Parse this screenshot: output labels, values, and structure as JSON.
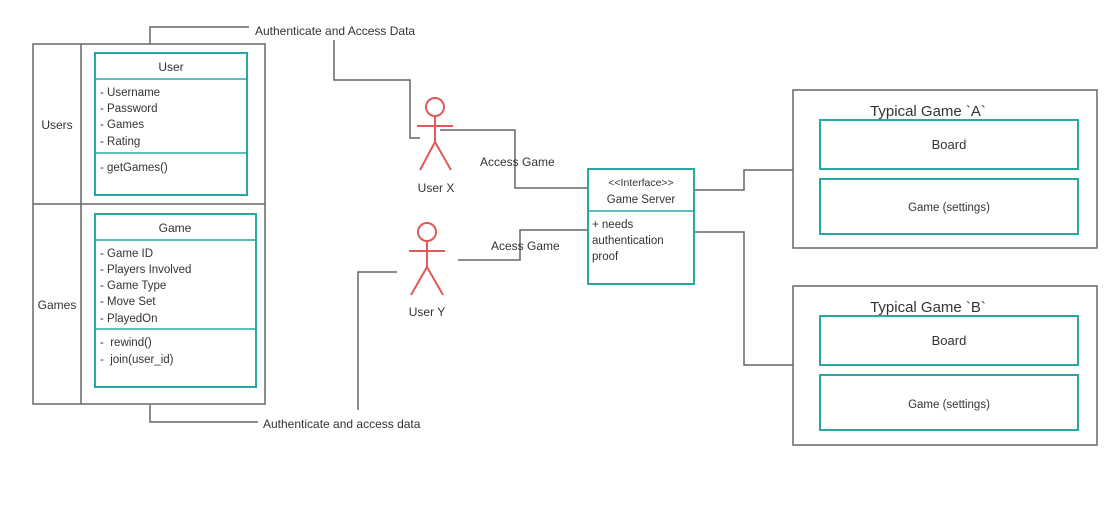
{
  "colors": {
    "class_border": "#2aa7a4",
    "actor": "#e05a5a",
    "line": "#666666",
    "frame": "#555555",
    "text": "#333333"
  },
  "swimlanes": {
    "users_label": "Users",
    "games_label": "Games"
  },
  "user_class": {
    "title": "User",
    "attributes": [
      "- Username",
      "- Password",
      "- Games",
      "- Rating"
    ],
    "methods": [
      "- getGames()"
    ]
  },
  "game_class": {
    "title": "Game",
    "attributes": [
      "- Game ID",
      "- Players Involved",
      "- Game Type",
      "- Move Set",
      "- PlayedOn"
    ],
    "methods": [
      "-  rewind()",
      "-  join(user_id)"
    ]
  },
  "connector_labels": {
    "auth_top": "Authenticate and Access Data",
    "auth_bottom": "Authenticate and access data",
    "access_x": "Access Game",
    "access_y": "Acess Game"
  },
  "actors": {
    "x": "User X",
    "y": "User Y"
  },
  "server": {
    "stereotype": "<<Interface>>",
    "name": "Game Server",
    "notes": [
      "+ needs",
      "authentication",
      "proof"
    ]
  },
  "games": [
    {
      "title": "Typical Game `A`",
      "board": "Board",
      "settings": "Game (settings)"
    },
    {
      "title": "Typical Game `B`",
      "board": "Board",
      "settings": "Game (settings)"
    }
  ]
}
